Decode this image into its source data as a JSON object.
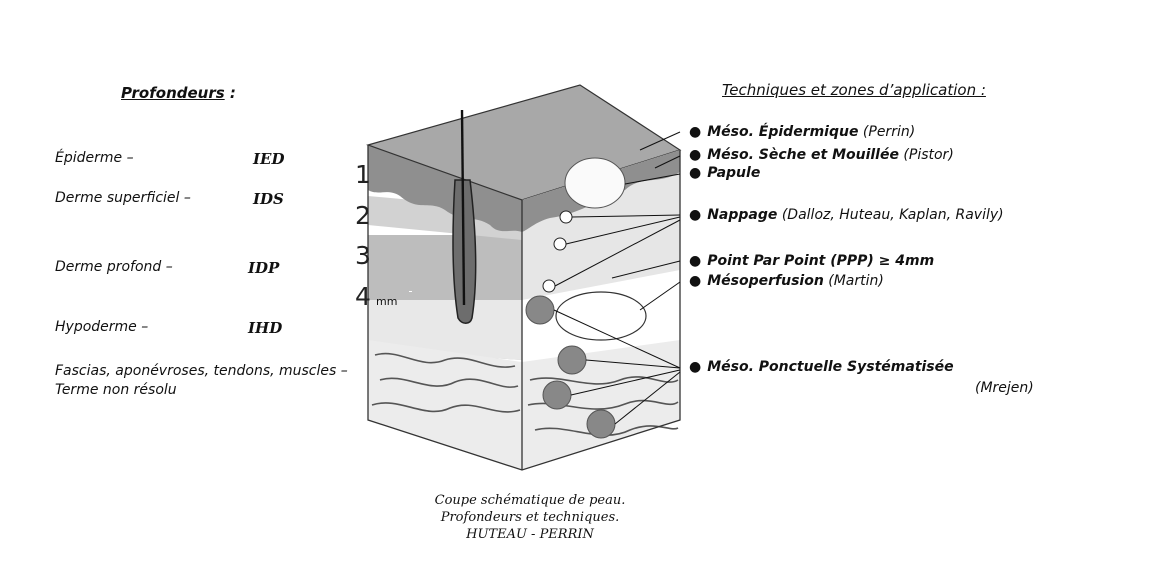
{
  "left": {
    "title_underlined": "Profondeurs",
    "title_suffix": " :",
    "depths": [
      {
        "label": "Épiderme –",
        "code": "IED"
      },
      {
        "label": "Derme superficiel –",
        "code": "IDS"
      },
      {
        "label": "Derme profond –",
        "code": "IDP"
      },
      {
        "label": "Hypoderme –",
        "code": "IHD"
      }
    ],
    "misc": "Fascias, aponévroses, tendons, muscles – Terme non résolu"
  },
  "layer_numbers": [
    "1",
    "2",
    "3",
    "4"
  ],
  "mm_label": "mm",
  "right": {
    "title": "Techniques et zones d’application :",
    "bullet": "●",
    "techniques": [
      {
        "name": "Méso. Épidermique",
        "author": " (Perrin)"
      },
      {
        "name": "Méso. Sèche et Mouillée",
        "author": " (Pistor)"
      },
      {
        "name": "Papule",
        "author": ""
      },
      {
        "name": "Nappage",
        "author": " (Dalloz, Huteau, Kaplan, Ravily)"
      },
      {
        "name": "Point Par Point (PPP) ≥ 4mm",
        "author": ""
      },
      {
        "name": "Mésoperfusion",
        "author": " (Martin)"
      },
      {
        "name": "Méso. Ponctuelle Systématisée",
        "author": ""
      }
    ],
    "last_author": "(Mrejen)"
  },
  "caption": [
    "Coupe schématique de peau.",
    "Profondeurs et techniques.",
    "HUTEAU - PERRIN"
  ],
  "colors": {
    "epidermis": "#8a8a8a",
    "top_face": "#a9a9a9",
    "dermis_superficial": "#d0d0d0",
    "dermis_deep": "#bdbdbd",
    "hypodermis": "#ffffff",
    "injection_dot": "#888888"
  }
}
